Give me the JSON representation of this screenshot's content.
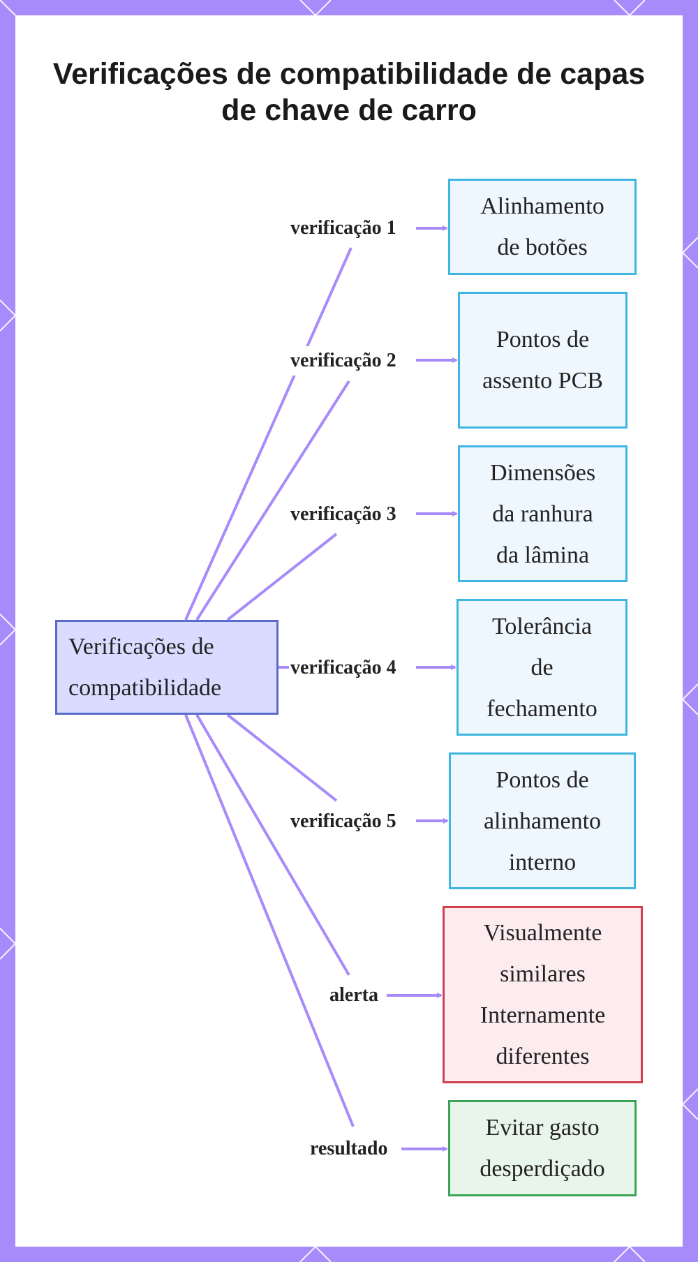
{
  "title": "Verificações de compatibilidade de capas de chave de carro",
  "colors": {
    "frame": "#a78bfa",
    "connector": "#a78bfa",
    "root_fill": "#d9dcff",
    "root_border": "#5b6bc9",
    "info_fill": "#eef7fd",
    "info_border": "#3fb6e2",
    "alert_fill": "#fdecef",
    "alert_border": "#d1404e",
    "ok_fill": "#e8f5ea",
    "ok_border": "#3aa557"
  },
  "root": {
    "lines": [
      "Verificações de",
      "compatibilidade"
    ]
  },
  "branches": [
    {
      "label": "verificação 1",
      "kind": "info",
      "lines": [
        "Alinhamento",
        "de botões"
      ]
    },
    {
      "label": "verificação 2",
      "kind": "info",
      "lines": [
        "Pontos de",
        "assento PCB"
      ]
    },
    {
      "label": "verificação 3",
      "kind": "info",
      "lines": [
        "Dimensões",
        "da ranhura",
        "da lâmina"
      ]
    },
    {
      "label": "verificação 4",
      "kind": "info",
      "lines": [
        "Tolerância",
        "de",
        "fechamento"
      ]
    },
    {
      "label": "verificação 5",
      "kind": "info",
      "lines": [
        "Pontos de",
        "alinhamento",
        "interno"
      ]
    },
    {
      "label": "alerta",
      "kind": "alert",
      "lines": [
        "Visualmente",
        "similares",
        "Internamente",
        "diferentes"
      ]
    },
    {
      "label": "resultado",
      "kind": "ok",
      "lines": [
        "Evitar gasto",
        "desperdiçado"
      ]
    }
  ]
}
